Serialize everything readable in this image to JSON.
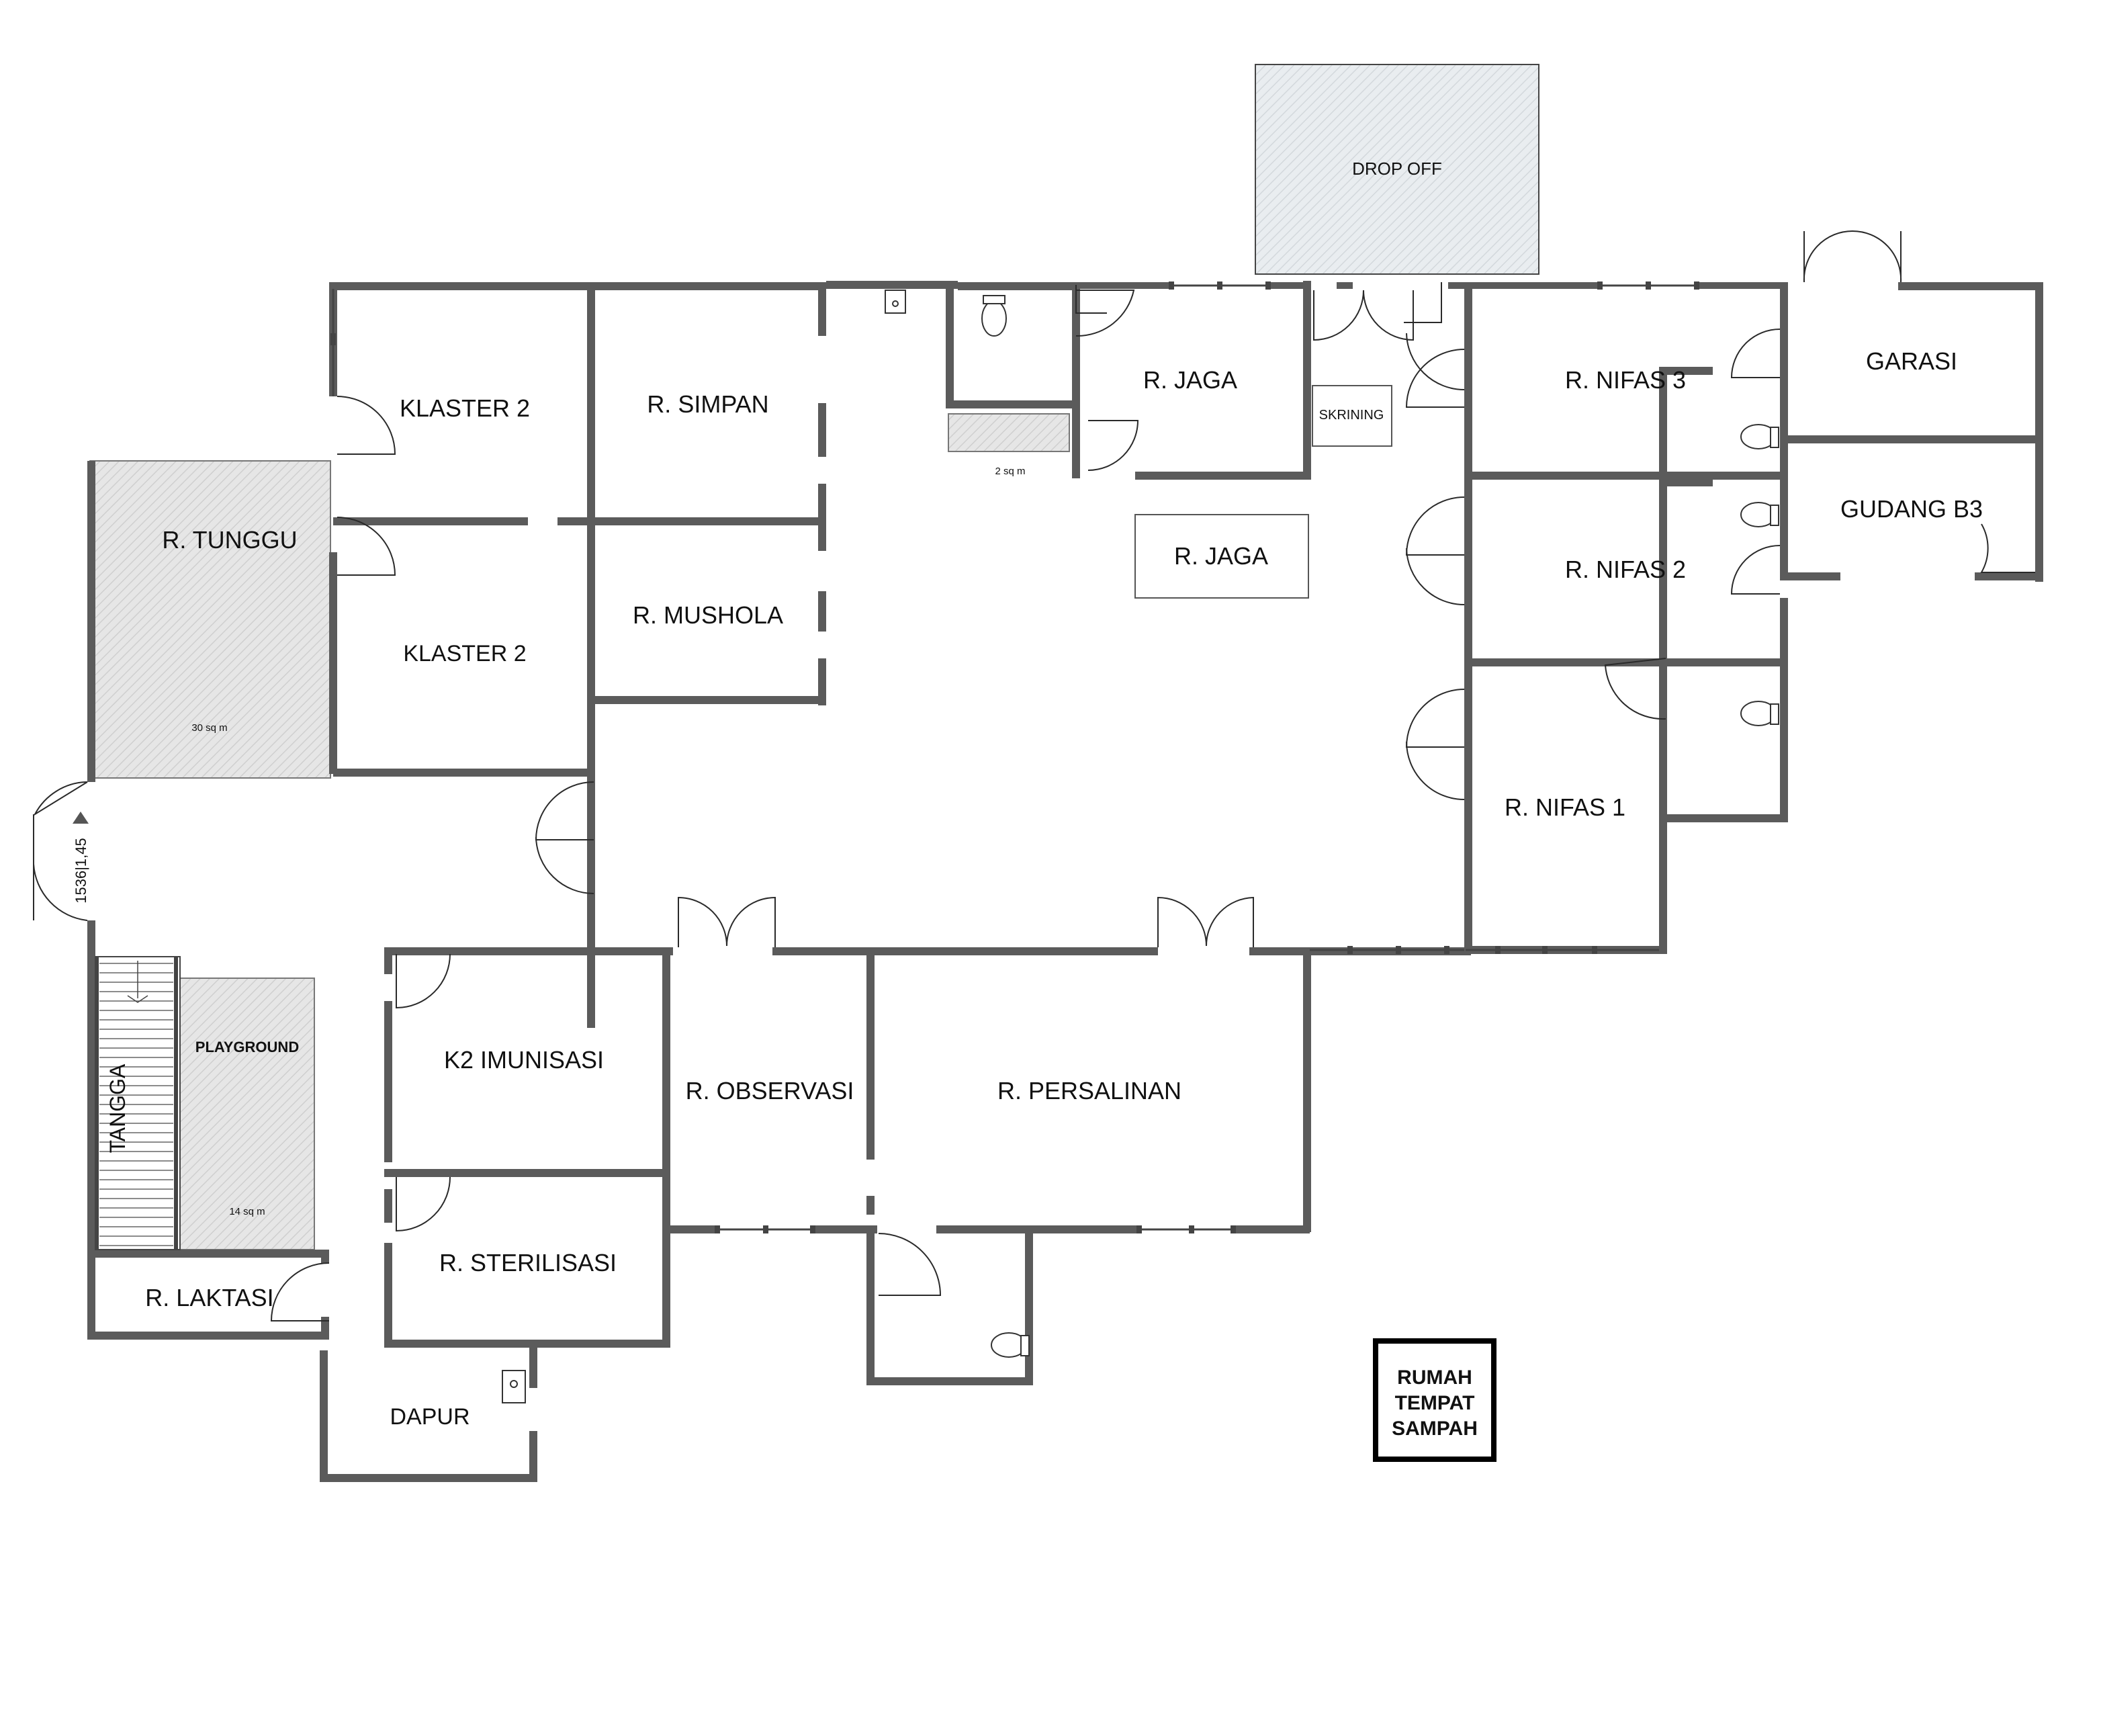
{
  "colors": {
    "wall": "#5b5b5b",
    "hatch_fill": "#e4e4e4",
    "drop_off_fill": "#e8ecef",
    "label": "#111111"
  },
  "rooms": {
    "drop_off": "DROP OFF",
    "klaster_2_top": "KLASTER 2",
    "r_simpan": "R. SIMPAN",
    "r_jaga_top": "R. JAGA",
    "skrining": "SKRINING",
    "r_nifas_3": "R. NIFAS 3",
    "garasi": "GARASI",
    "r_tunggu": "R. TUNGGU",
    "klaster_2_bottom": "KLASTER 2",
    "r_mushola": "R. MUSHOLA",
    "r_jaga_center": "R. JAGA",
    "r_nifas_2": "R. NIFAS 2",
    "gudang_b3": "GUDANG B3",
    "r_nifas_1": "R. NIFAS 1",
    "playground": "PLAYGROUND",
    "tangga": "TANGGA",
    "k2_imunisasi": "K2 IMUNISASI",
    "r_observasi": "R. OBSERVASI",
    "r_persalinan": "R. PERSALINAN",
    "r_sterilisasi": "R. STERILISASI",
    "r_laktasi": "R. LAKTASI",
    "dapur": "DAPUR",
    "rumah_tempat_sampah": [
      "RUMAH",
      "TEMPAT",
      "SAMPAH"
    ]
  },
  "areas": {
    "r_tunggu": "30 sq m",
    "playground": "14 sq m",
    "wc_small": "2 sq m"
  },
  "dimension": "1536|1,45"
}
